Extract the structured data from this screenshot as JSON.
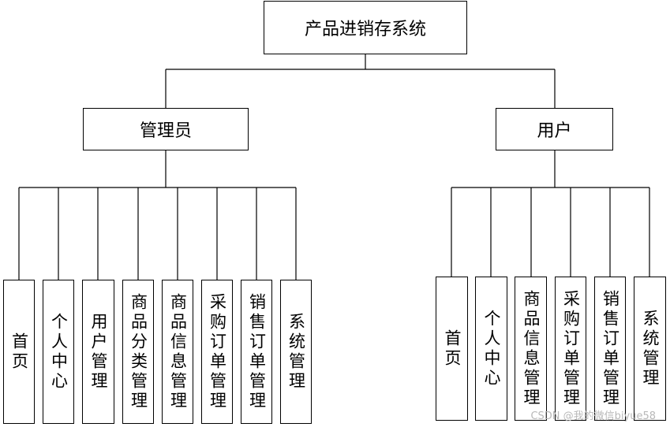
{
  "root": {
    "label": "产品进销存系统"
  },
  "admin": {
    "label": "管理员",
    "modules": [
      "首页",
      "个人中心",
      "用户管理",
      "商品分类管理",
      "商品信息管理",
      "采购订单管理",
      "销售订单管理",
      "系统管理"
    ]
  },
  "user": {
    "label": "用户",
    "modules": [
      "首页",
      "个人中心",
      "商品信息管理",
      "采购订单管理",
      "销售订单管理",
      "系统管理"
    ]
  },
  "watermark": "CSDN @我的微信biyue58"
}
